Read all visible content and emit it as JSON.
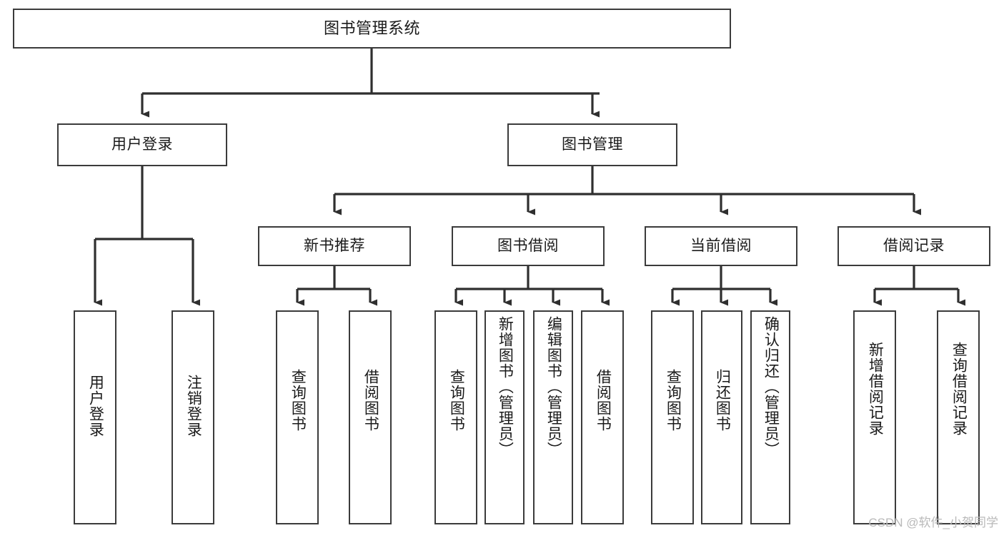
{
  "diagram": {
    "title": "图书管理系统",
    "type": "tree-hierarchy",
    "orientation": "top-down",
    "colors": {
      "box_border": "#3b3b3b",
      "box_fill": "#ffffff",
      "edge": "#2f2f2f",
      "text": "#1a1a1a",
      "watermark": "#b9b9b9"
    },
    "nodes": {
      "root": {
        "label": "图书管理系统",
        "level": 0
      },
      "l1": [
        {
          "id": "user_login",
          "label": "用户登录",
          "level": 1
        },
        {
          "id": "book_manage",
          "label": "图书管理",
          "level": 1
        }
      ],
      "l2": [
        {
          "id": "new_book_rec",
          "label": "新书推荐",
          "level": 2,
          "parent": "book_manage"
        },
        {
          "id": "book_borrow",
          "label": "图书借阅",
          "level": 2,
          "parent": "book_manage"
        },
        {
          "id": "current_borrow",
          "label": "当前借阅",
          "level": 2,
          "parent": "book_manage"
        },
        {
          "id": "borrow_record",
          "label": "借阅记录",
          "level": 2,
          "parent": "book_manage"
        }
      ],
      "leaves": [
        {
          "id": "leaf_user_login",
          "label": "用户登录",
          "parent": "user_login"
        },
        {
          "id": "leaf_logout",
          "label": "注销登录",
          "parent": "user_login"
        },
        {
          "id": "leaf_query_book_1",
          "label": "查询图书",
          "parent": "new_book_rec"
        },
        {
          "id": "leaf_borrow_book_1",
          "label": "借阅图书",
          "parent": "new_book_rec"
        },
        {
          "id": "leaf_query_book_2",
          "label": "查询图书",
          "parent": "book_borrow"
        },
        {
          "id": "leaf_add_book",
          "label": "新增图书（管理员）",
          "parent": "book_borrow"
        },
        {
          "id": "leaf_edit_book",
          "label": "编辑图书（管理员）",
          "parent": "book_borrow"
        },
        {
          "id": "leaf_borrow_book_2",
          "label": "借阅图书",
          "parent": "book_borrow"
        },
        {
          "id": "leaf_query_book_3",
          "label": "查询图书",
          "parent": "current_borrow"
        },
        {
          "id": "leaf_return_book",
          "label": "归还图书",
          "parent": "current_borrow"
        },
        {
          "id": "leaf_confirm_return",
          "label": "确认归还（管理员）",
          "parent": "current_borrow"
        },
        {
          "id": "leaf_add_record",
          "label": "新增借阅记录",
          "parent": "borrow_record"
        },
        {
          "id": "leaf_query_record",
          "label": "查询借阅记录",
          "parent": "borrow_record"
        }
      ]
    },
    "watermark": "CSDN @软件_小贺同学"
  }
}
